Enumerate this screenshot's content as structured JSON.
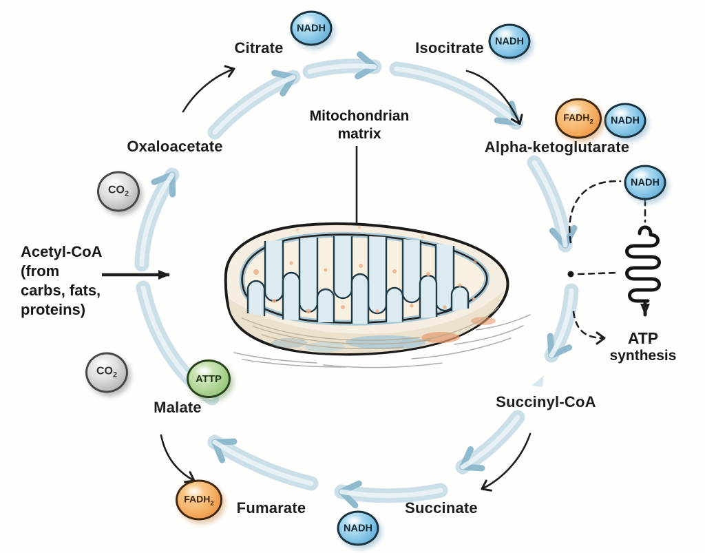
{
  "cycle_labels": {
    "citrate": "Citrate",
    "isocitrate": "Isocitrate",
    "alpha_ketoglutarate": "Alpha-ketoglutarate",
    "succinyl_coa": "Succinyl-CoA",
    "succinate": "Succinate",
    "fumarate": "Fumarate",
    "malate": "Malate",
    "oxaloacetate": "Oxaloacetate"
  },
  "center_label": {
    "line1": "Mitochondrian",
    "line2": "matrix"
  },
  "input_label": {
    "line1": "Acetyl-CoA",
    "line2": "(from",
    "line3": "carbs, fats,",
    "line4": "proteins)"
  },
  "atp_label": {
    "line1": "ATP",
    "line2": "synthesis"
  },
  "badges": {
    "nadh_citrate": "NADH",
    "nadh_isocitrate": "NADH",
    "nadh_akg": "NADH",
    "nadh_etc": "NADH",
    "nadh_succinate": "NADH",
    "fadh2_akg": {
      "base": "FADH",
      "sub": "2"
    },
    "fadh2_fumarate": {
      "base": "FADH",
      "sub": "2"
    },
    "atp_malate": "ATTP",
    "co2_oxaloacetate": {
      "base": "CO",
      "sub": "2"
    },
    "co2_malate": {
      "base": "CO",
      "sub": "2"
    }
  },
  "colors": {
    "arc": "#cbdfe9",
    "arc_highlight": "#ecf4f8",
    "arc_arrow": "#8fbacd",
    "ink": "#1d1d1d",
    "nadh_fill": "#7cbfe2",
    "fadh2_fill": "#f2a254",
    "atp_fill": "#9fcc83",
    "co2_fill": "#c3c3c3",
    "matrix_fill": "#f8f1e2",
    "membrane_blue": "#a9c8d6"
  }
}
